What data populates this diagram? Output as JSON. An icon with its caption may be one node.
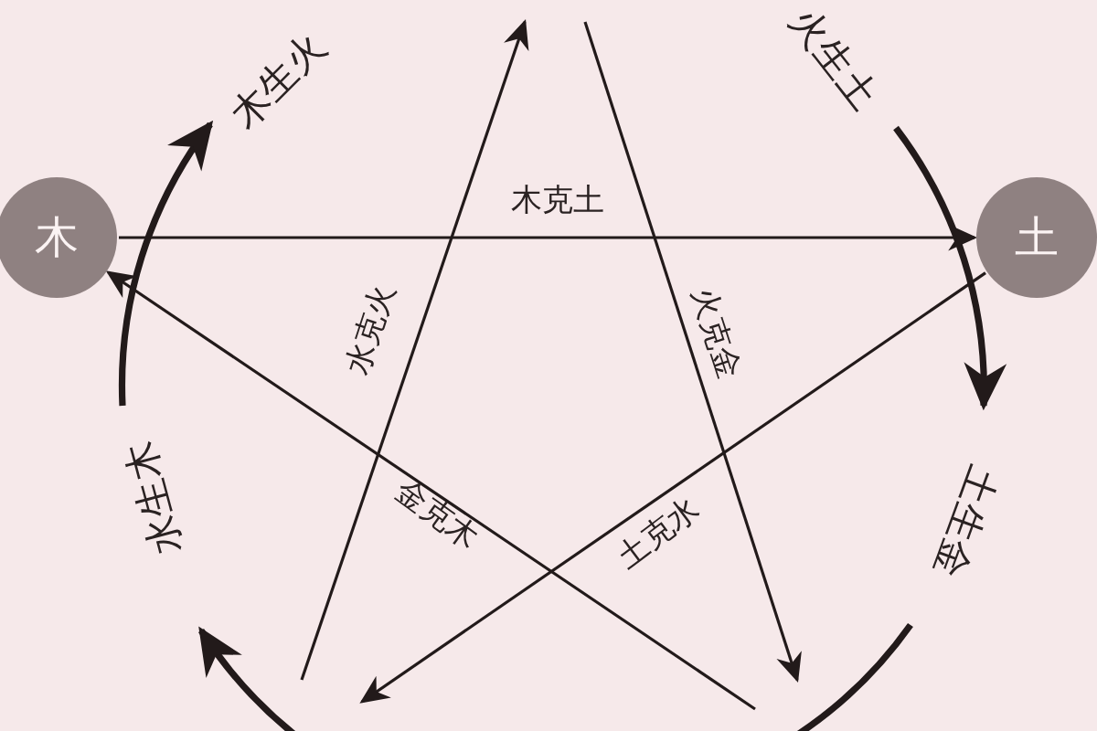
{
  "diagram": {
    "nodes": [
      {
        "text": [
          "木"
        ]
      },
      {
        "text": [
          "土"
        ]
      }
    ],
    "edges": [
      {
        "from": 0,
        "to": 1,
        "arrow": "to",
        "label": "木克土"
      },
      {
        "from": 1,
        "to": null,
        "arrow": "to",
        "label": "土克水"
      },
      {
        "from": null,
        "to": 0,
        "arrow": "to",
        "label": "金克木"
      }
    ],
    "labels": [
      "木生火",
      "火生土",
      "水克火",
      "火克金",
      "土生金",
      "水生木"
    ]
  }
}
